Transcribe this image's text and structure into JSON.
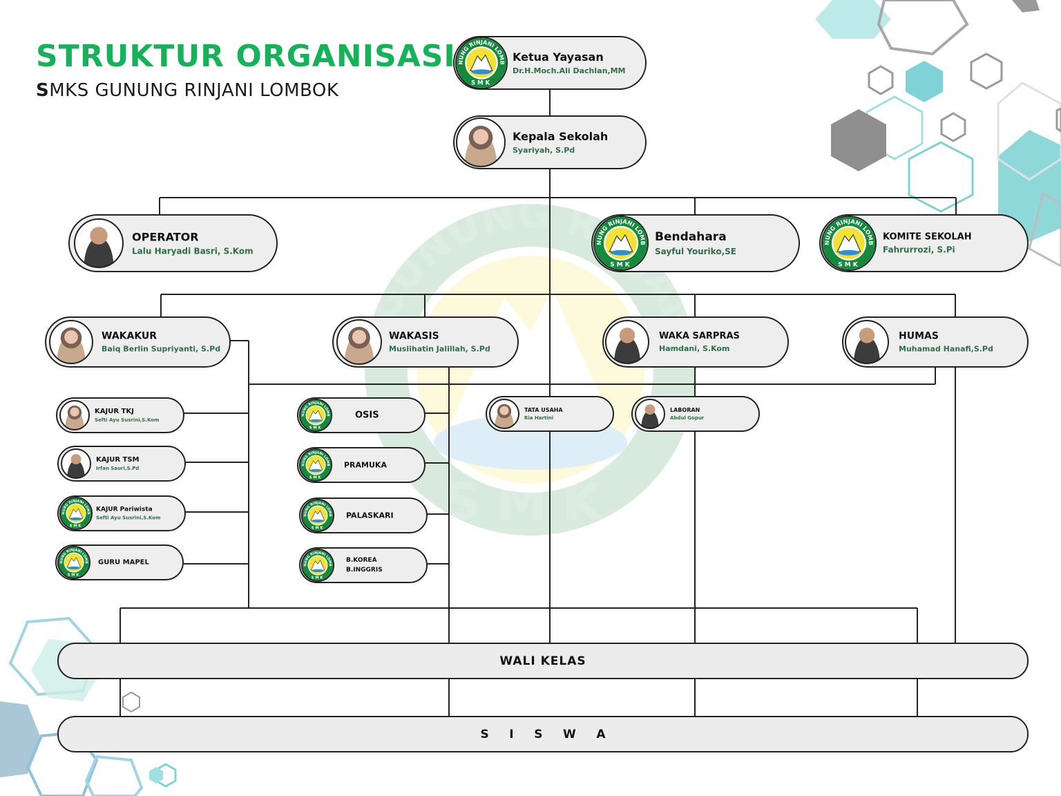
{
  "header": {
    "title": "STRUKTUR ORGANISASI",
    "subtitle_first": "S",
    "subtitle_rest": "MKS GUNUNG RINJANI LOMBOK"
  },
  "watermark": {
    "arc_text": "GUNUNG RINJANI LOMBOK",
    "bottom_text": "SMK"
  },
  "nodes": {
    "ketua": {
      "name": "Ketua Yayasan",
      "person": "Dr.H.Moch.Ali Dachlan,MM"
    },
    "kepala": {
      "name": "Kepala Sekolah",
      "person": "Syariyah, S.Pd"
    },
    "operator": {
      "name": "OPERATOR",
      "person": "Lalu Haryadi Basri, S.Kom"
    },
    "bendahara": {
      "name": "Bendahara",
      "person": "Sayful Youriko,SE"
    },
    "komite": {
      "name": "KOMITE SEKOLAH",
      "person": "Fahrurrozi, S.Pi"
    },
    "wakakur": {
      "name": "WAKAKUR",
      "person": "Baiq Berlin Supriyanti, S.Pd"
    },
    "wakasis": {
      "name": "WAKASIS",
      "person": "Muslihatin Jalillah, S.Pd"
    },
    "sarpras": {
      "name": "WAKA SARPRAS",
      "person": "Hamdani, S.Kom"
    },
    "humas": {
      "name": "HUMAS",
      "person": "Muhamad Hanafi,S.Pd"
    },
    "kajur_tkj": {
      "name": "KAJUR TKJ",
      "person": "Sefti Ayu Susrini,S.Kom"
    },
    "kajur_tsm": {
      "name": "KAJUR TSM",
      "person": "Irfan Sauri,S.Pd"
    },
    "kajur_pariwisata": {
      "name": "KAJUR  Pariwista",
      "person": "Sefti Ayu Susrini,S.Kom"
    },
    "guru_mapel": {
      "name": "GURU MAPEL"
    },
    "osis": {
      "name": "OSIS"
    },
    "pramuka": {
      "name": "PRAMUKA"
    },
    "palaskari": {
      "name": "PALASKARI"
    },
    "bahasa": {
      "name": "B.KOREA",
      "name2": "B.INGGRIS"
    },
    "tata_usaha": {
      "name": "TATA USAHA",
      "person": "Ria Hartini"
    },
    "laboran": {
      "name": "LABORAN",
      "person": "Abdul Gopur"
    }
  },
  "bars": {
    "wali_kelas": "WALI KELAS",
    "siswa": "S     I     S     W     A"
  },
  "logo": {
    "arc_text": "GUNUNG RINJANI LOMBOK",
    "bottom_text": "SMK"
  },
  "colors": {
    "brand_green": "#16b25a",
    "logo_green": "#138a3c",
    "logo_yellow": "#f2e233",
    "person_text": "#2f6e49",
    "hex_teal": "#7fd3d6",
    "hex_gray": "#9a9a9a"
  }
}
